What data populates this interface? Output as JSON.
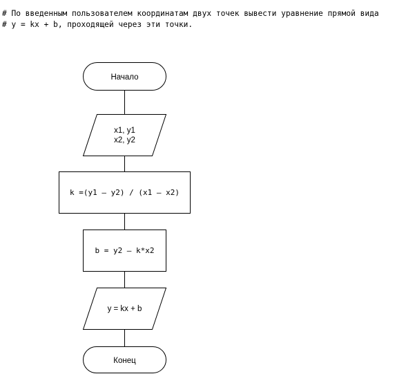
{
  "header": {
    "comment_lines": [
      "# По введенным пользователем координатам двух точек вывести уравнение прямой вида",
      "# y = kx + b, проходящей через эти точки."
    ]
  },
  "flowchart": {
    "start": {
      "label": "Начало"
    },
    "input": {
      "lines": [
        "x1, y1",
        "x2, y2"
      ]
    },
    "process_k": {
      "label": "k =(y1 – y2) / (x1 – x2)"
    },
    "process_b": {
      "label": "b = y2 – k*x2"
    },
    "output": {
      "label": "y = kx + b"
    },
    "end": {
      "label": "Конец"
    }
  },
  "colors": {
    "stroke": "#000000",
    "fill": "#ffffff",
    "text": "#000000"
  }
}
